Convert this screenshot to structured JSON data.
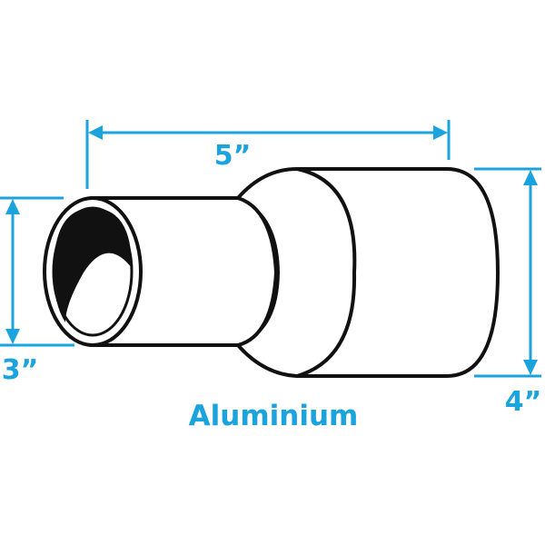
{
  "dimensions": {
    "length": "5”",
    "inlet_diameter": "3”",
    "outlet_diameter": "4”"
  },
  "material": "Aluminium",
  "colors": {
    "accent": "#1aa3dd",
    "outline": "#111111",
    "background": "#ffffff"
  }
}
